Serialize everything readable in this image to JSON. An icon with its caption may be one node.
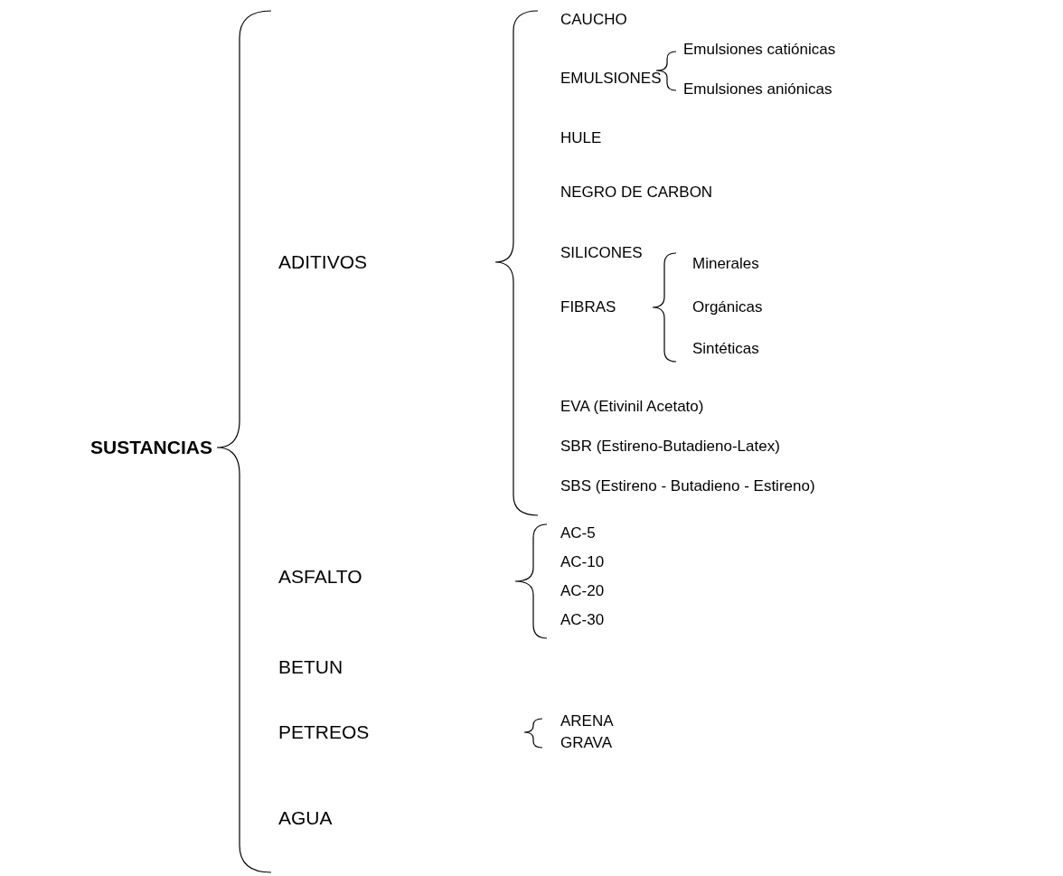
{
  "diagram": {
    "labels": [
      "SUSTANCIAS",
      "ADITIVOS",
      "CAUCHO",
      "EMULSIONES",
      "Emulsiones catiónicas",
      "Emulsiones aniónicas",
      "HULE",
      "NEGRO DE CARBON",
      "SILICONES",
      "FIBRAS",
      "Minerales",
      "Orgánicas",
      "Sintéticas",
      "EVA (Etivinil Acetato)",
      "SBR (Estireno-Butadieno-Latex)",
      "SBS (Estireno - Butadieno - Estireno)",
      "ASFALTO",
      "AC-5",
      "AC-10",
      "AC-20",
      "AC-30",
      "BETUN",
      "PETREOS",
      "ARENA",
      "GRAVA",
      "AGUA"
    ]
  }
}
